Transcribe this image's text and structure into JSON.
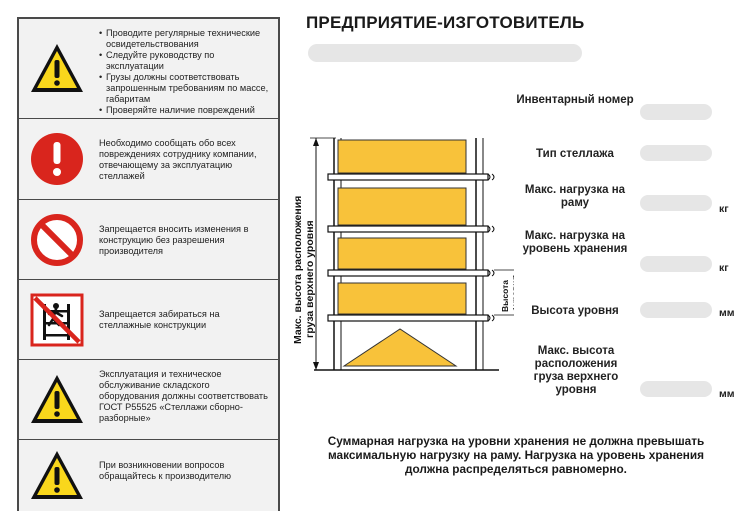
{
  "header": {
    "title": "ПРЕДПРИЯТИЕ-ИЗГОТОВИТЕЛЬ"
  },
  "safety_rules": [
    {
      "icon": "warning-triangle-icon",
      "items": [
        "Проводите регулярные технические освидетельствования",
        "Следуйте руководству по эксплуатации",
        "Грузы должны соответствовать запрошенным требованиям по массе, габаритам",
        "Проверяйте наличие повреждений при авариях"
      ]
    },
    {
      "icon": "exclamation-circle-icon",
      "text": "Необходимо сообщать обо всех повреждениях сотруднику компании, отвечающему за эксплуатацию стеллажей"
    },
    {
      "icon": "prohibition-icon",
      "text": "Запрещается вносить изменения в конструкцию без разрешения производителя"
    },
    {
      "icon": "no-climbing-icon",
      "text": "Запрещается забираться на стеллажные конструкции"
    },
    {
      "icon": "warning-triangle-icon",
      "text": "Эксплуатация и техническое обслуживание складского оборудования должны соответствовать ГОСТ Р55525 «Стеллажи сборно-разборные»"
    },
    {
      "icon": "warning-triangle-icon",
      "text": "При возникновении вопросов обращайтесь к производителю"
    }
  ],
  "fields": [
    {
      "label": "Инвентарный номер",
      "unit": ""
    },
    {
      "label": "Тип стеллажа",
      "unit": ""
    },
    {
      "label": "Макс. нагрузка на раму",
      "unit": "кг"
    },
    {
      "label": "Макс. нагрузка на уровень хранения",
      "unit": "кг"
    },
    {
      "label": "Высота уровня",
      "unit": "мм"
    },
    {
      "label": "Макс. высота расположения груза верхнего уровня",
      "unit": "мм"
    }
  ],
  "diagram": {
    "max_height_label": "Макс. высота расположения груза верхнего уровня",
    "level_height_label": "Высота уровня"
  },
  "note": "Суммарная нагрузка на уровни хранения не должна превышать максимальную нагрузку на раму. Нагрузка на уровень хранения должна распределяться равномерно.",
  "colors": {
    "warning_yellow": "#F9D71C",
    "danger_red": "#D9251D",
    "cargo_yellow": "#F8C23A",
    "frame_gray": "#4a4a4a",
    "field_gray": "#e6e6e6"
  }
}
